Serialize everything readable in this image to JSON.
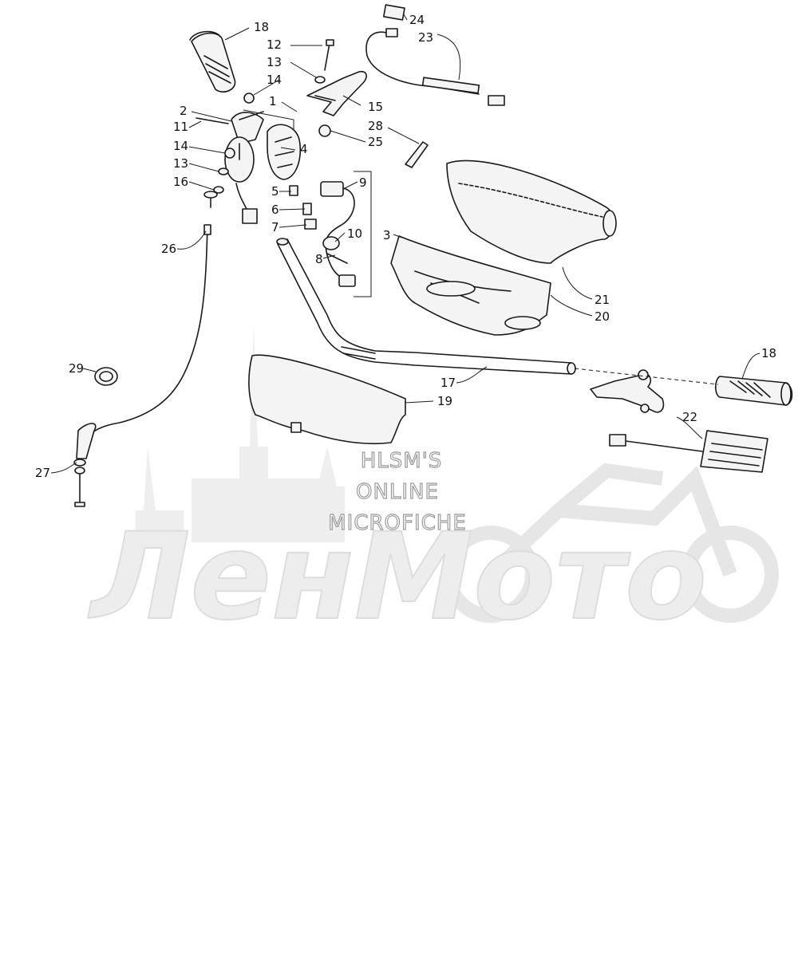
{
  "watermark": {
    "lines": [
      "HLSM'S",
      "ONLINE",
      "MICROFICHE"
    ],
    "logo_text": "ЛенМото",
    "colors": {
      "logo_fill": "#ededed",
      "text_stroke": "#9a9a9a"
    }
  },
  "callouts": {
    "c1": "1",
    "c2": "2",
    "c3": "3",
    "c4": "4",
    "c5": "5",
    "c6": "6",
    "c7": "7",
    "c8": "8",
    "c9": "9",
    "c10": "10",
    "c11": "11",
    "c12": "12",
    "c13a": "13",
    "c13b": "13",
    "c14a": "14",
    "c14b": "14",
    "c15": "15",
    "c16": "16",
    "c17": "17",
    "c18a": "18",
    "c18b": "18",
    "c19": "19",
    "c20": "20",
    "c21": "21",
    "c22": "22",
    "c23": "23",
    "c24": "24",
    "c25": "25",
    "c26": "26",
    "c27": "27",
    "c28": "28",
    "c29": "29"
  }
}
